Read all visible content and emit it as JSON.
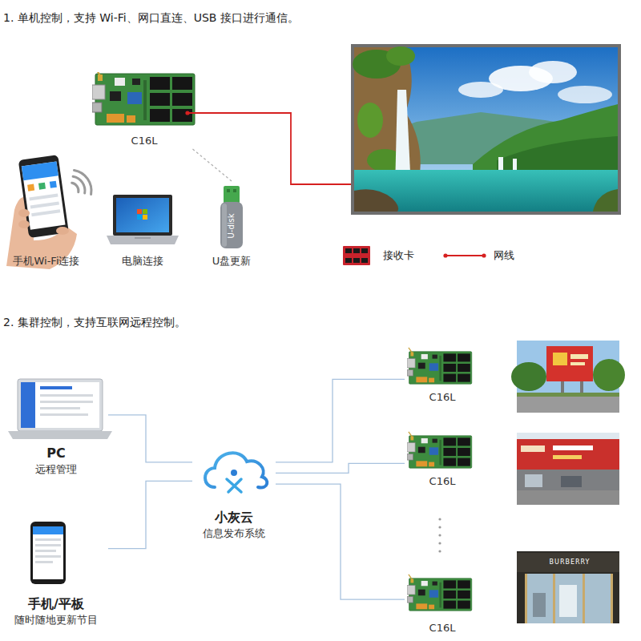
{
  "diagram": {
    "nodes": [
      {
        "text": [
          "C16L"
        ]
      },
      {
        "text": [
          "手机Wi-Fi连接"
        ]
      },
      {
        "text": [
          "电脑连接"
        ]
      },
      {
        "text": [
          "U盘更新"
        ]
      },
      {
        "text": [
          "PC",
          "远程管理"
        ]
      },
      {
        "text": [
          "小灰云",
          "信息发布系统"
        ]
      },
      {
        "text": [
          "C16L"
        ]
      },
      {
        "text": [
          "C16L"
        ]
      },
      {
        "text": [
          "C16L"
        ]
      },
      {
        "text": [
          "手机/平板",
          "随时随地更新节目"
        ]
      }
    ],
    "edges": [
      {
        "from": 0,
        "to": 3,
        "arrow": "none"
      },
      {
        "from": 4,
        "to": 5,
        "arrow": "none"
      },
      {
        "from": 9,
        "to": 5,
        "arrow": "none"
      },
      {
        "from": 5,
        "to": 6,
        "arrow": "none"
      },
      {
        "from": 5,
        "to": 7,
        "arrow": "none"
      },
      {
        "from": 5,
        "to": 8,
        "arrow": "none"
      }
    ],
    "labels": [
      "1. 单机控制，支持 Wi-Fi、网口直连、USB 接口进行通信。",
      "2. 集群控制，支持互联网远程控制。",
      "U-disk",
      "BURBERRY"
    ],
    "legend": [
      {
        "text": "接收卡"
      },
      {
        "text": "网线"
      }
    ]
  }
}
